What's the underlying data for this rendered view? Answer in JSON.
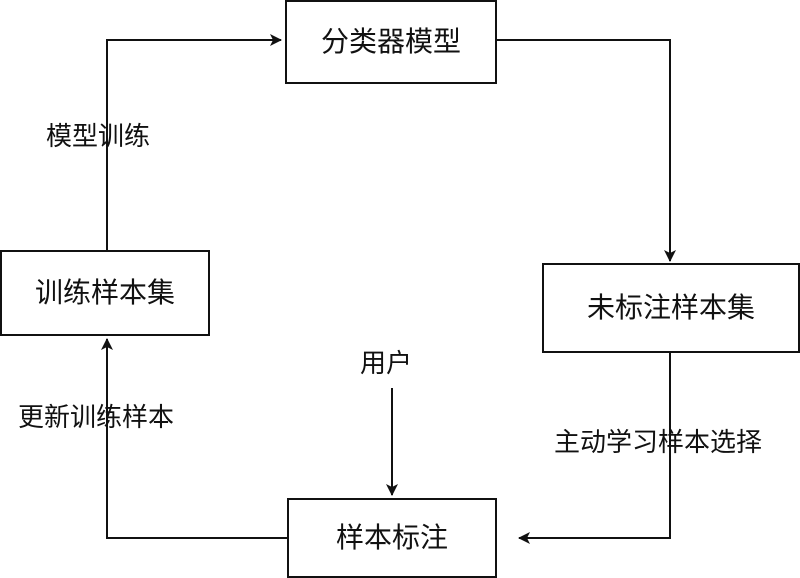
{
  "nodes": {
    "classifier": "分类器模型",
    "unlabeled_set": "未标注样本集",
    "labeling": "样本标注",
    "training_set": "训练样本集"
  },
  "edges": {
    "model_training": "模型训练",
    "active_selection": "主动学习样本选择",
    "update_training": "更新训练样本",
    "user": "用户"
  }
}
